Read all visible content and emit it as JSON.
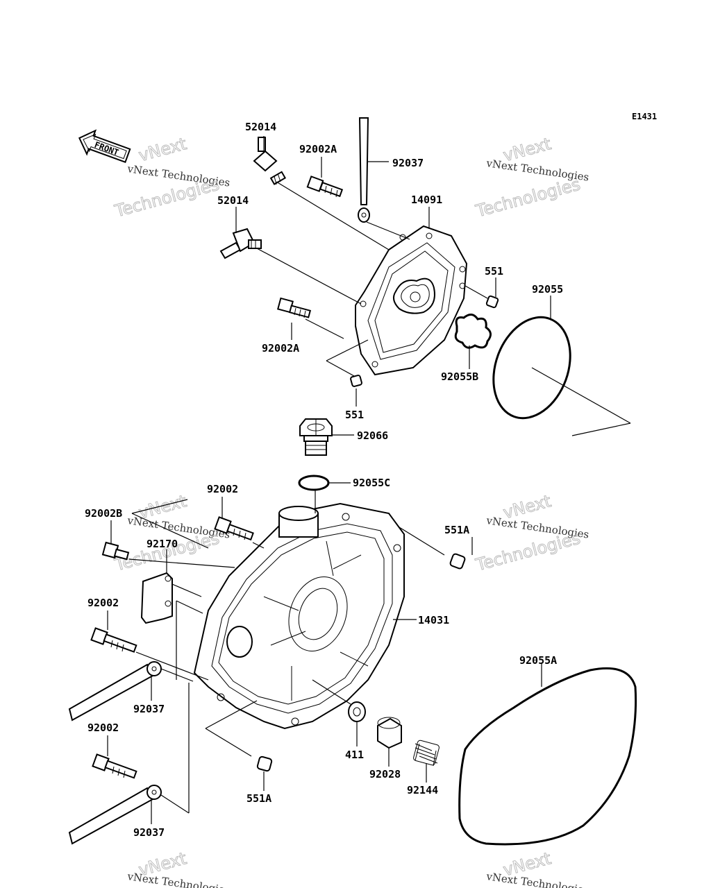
{
  "diagram_id": "E1431",
  "front_label": "FRONT",
  "watermark": {
    "line1": "vNext",
    "line2": "vNext Technologies",
    "line3": "Technologies"
  },
  "parts": {
    "p52014a": "52014",
    "p52014b": "52014",
    "p92002A_top": "92002A",
    "p92037_top": "92037",
    "p14091": "14091",
    "p551_right": "551",
    "p92055": "92055",
    "p92002A_mid": "92002A",
    "p92055B": "92055B",
    "p551_bottom": "551",
    "p92066": "92066",
    "p92055C": "92055C",
    "p92002_top": "92002",
    "p92002B": "92002B",
    "p551A_right": "551A",
    "p92170": "92170",
    "p14031": "14031",
    "p92002_left1": "92002",
    "p92055A": "92055A",
    "p92037_left1": "92037",
    "p92002_left2": "92002",
    "p411": "411",
    "p92028": "92028",
    "p92144": "92144",
    "p551A_bottom": "551A",
    "p92037_left2": "92037"
  }
}
